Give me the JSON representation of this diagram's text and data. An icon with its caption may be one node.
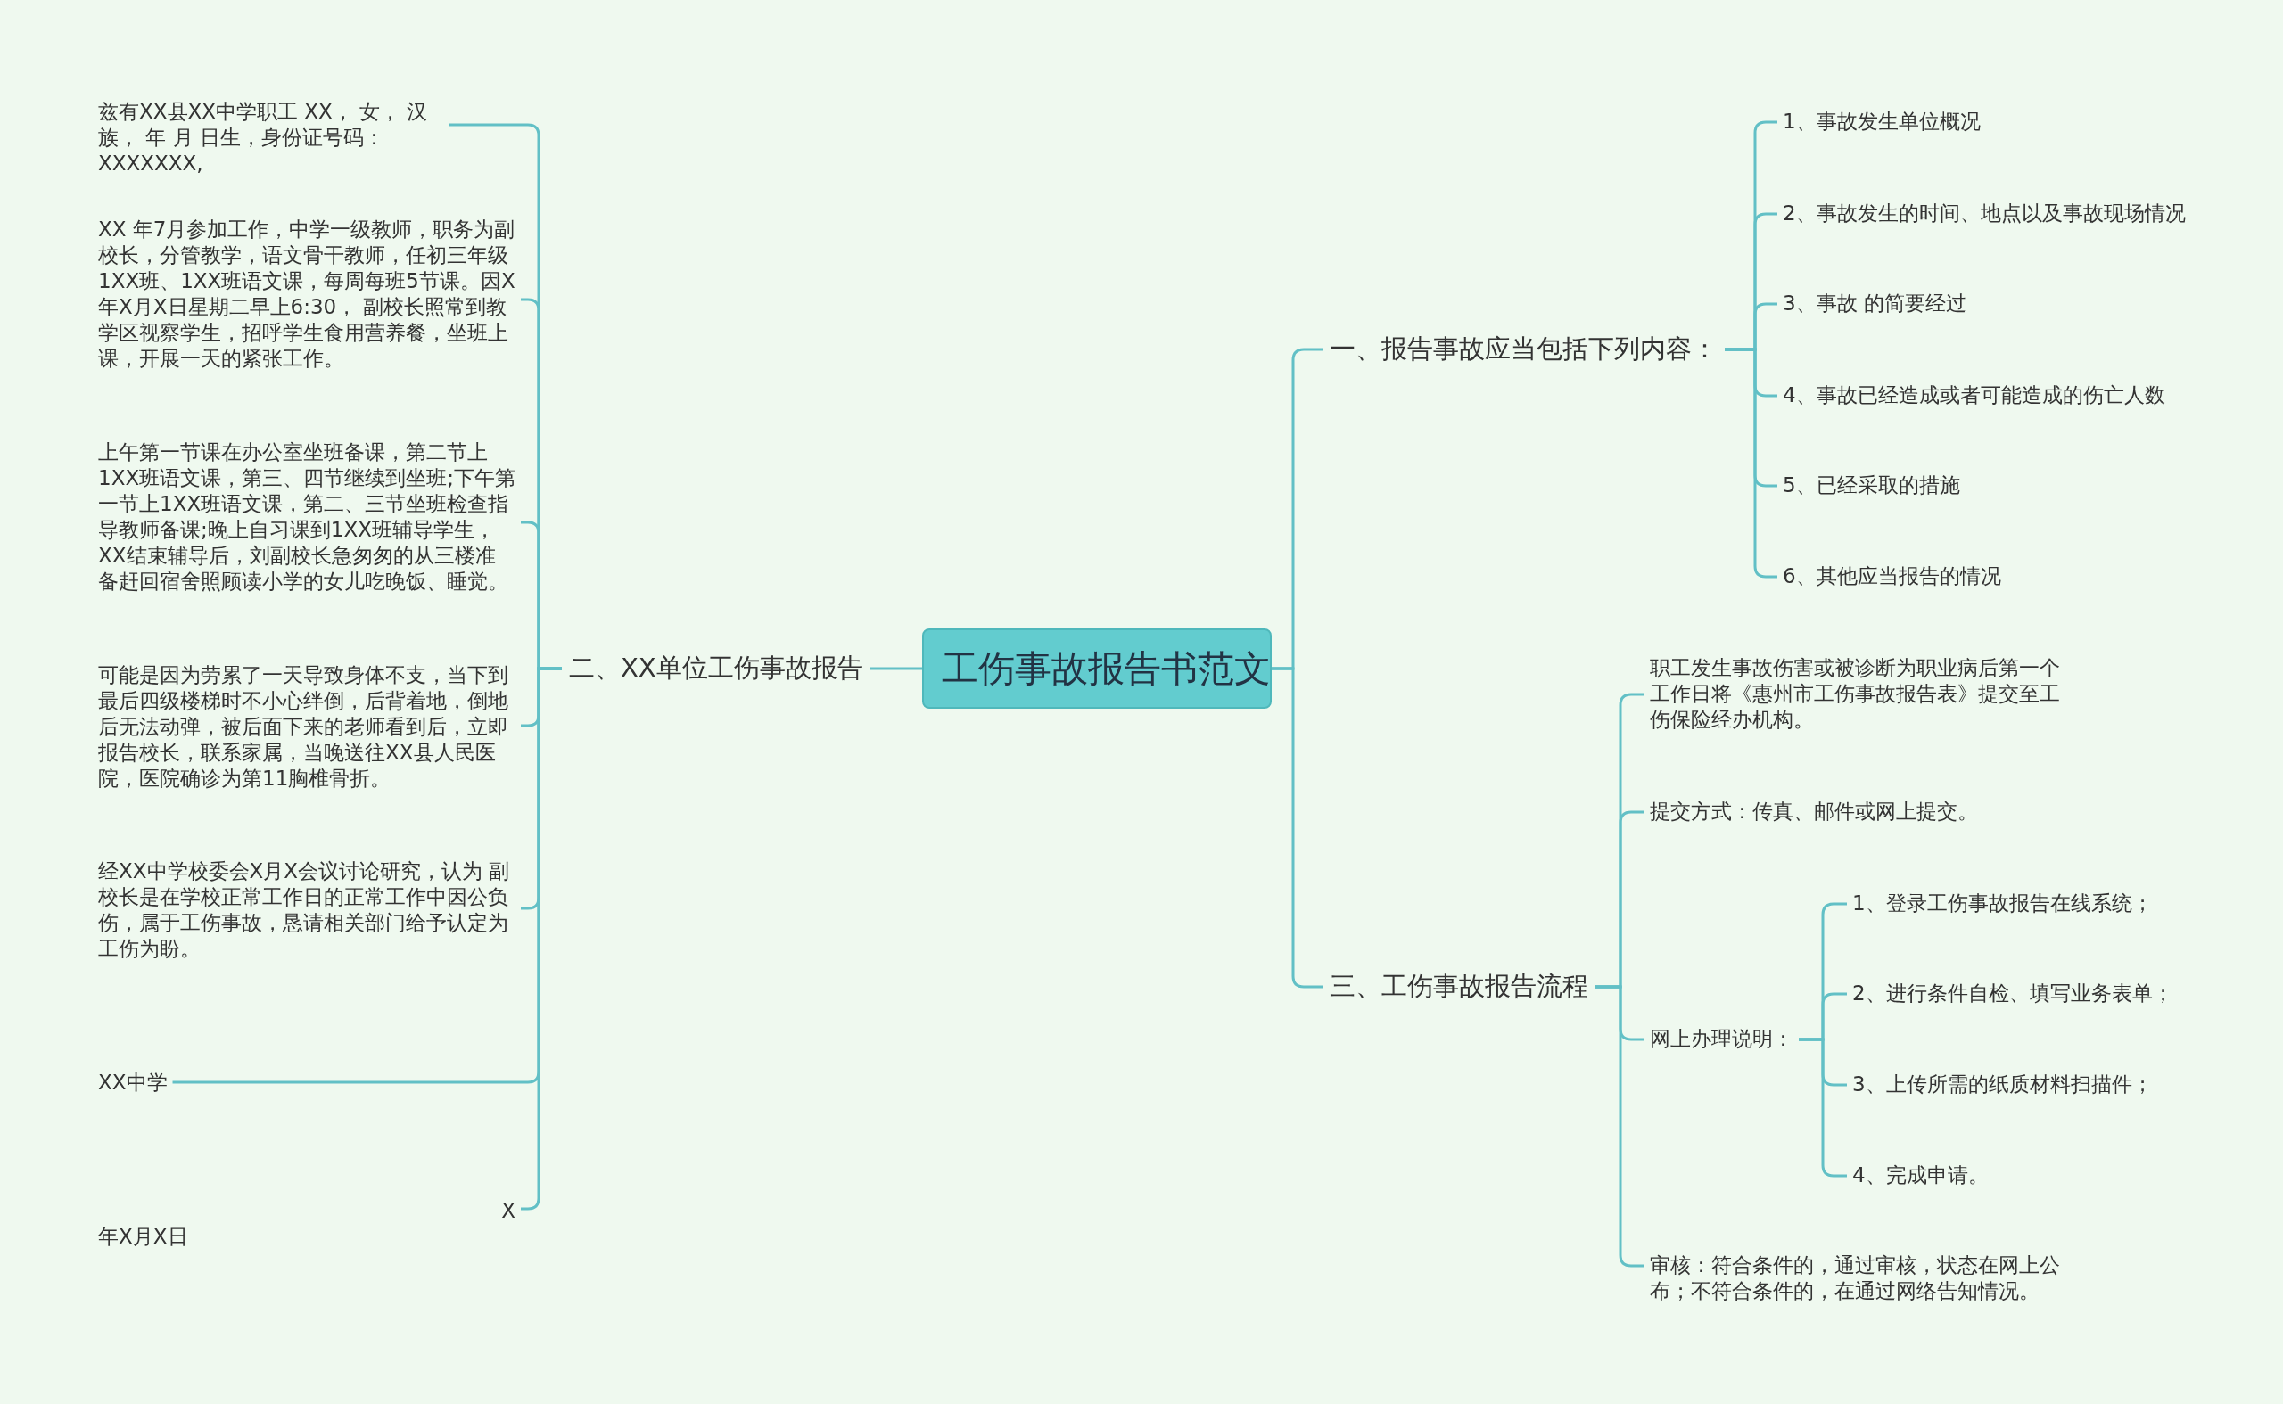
{
  "diagram": {
    "nodes": [
      {
        "text": [
          "工伤事故报告书范文"
        ]
      },
      {
        "text": [
          "一、报告事故应当包括下列内容："
        ]
      },
      {
        "text": [
          "1、事故发生单位概况"
        ]
      },
      {
        "text": [
          "2、事故发生的时间、地点以及事故现场情况"
        ]
      },
      {
        "text": [
          "3、事故 的简要经过"
        ]
      },
      {
        "text": [
          "4、事故已经造成或者可能造成的伤亡人数"
        ]
      },
      {
        "text": [
          "5、已经采取的措施"
        ]
      },
      {
        "text": [
          "6、其他应当报告的情况"
        ]
      },
      {
        "text": [
          "三、工伤事故报告流程"
        ]
      },
      {
        "text": [
          "职工发生事故伤害或被诊断为职业病后第一个工作日将《惠州市工伤事故报告表》提交至工伤保险经办机构。"
        ]
      },
      {
        "text": [
          "提交方式：传真、邮件或网上提交。"
        ]
      },
      {
        "text": [
          "网上办理说明："
        ]
      },
      {
        "text": [
          "1、登录工伤事故报告在线系统；"
        ]
      },
      {
        "text": [
          "2、进行条件自检、填写业务表单；"
        ]
      },
      {
        "text": [
          "3、上传所需的纸质材料扫描件；"
        ]
      },
      {
        "text": [
          "4、完成申请。"
        ]
      },
      {
        "text": [
          "审核：符合条件的，通过审核，状态在网上公布；不符合条件的，在通过网络告知情况。"
        ]
      },
      {
        "text": [
          "二、XX单位工伤事故报告"
        ]
      },
      {
        "text": [
          "兹有XX县XX中学职工 XX， 女， 汉族， 年 月 日生，身份证号码：XXXXXXX,"
        ]
      },
      {
        "text": [
          "XX 年7月参加工作，中学一级教师，职务为副校长，分管教学，语文骨干教师，任初三年级1XX班、1XX班语文课，每周每班5节课。因X年X月X日星期二早上6:30， 副校长照常到教学区视察学生，招呼学生食用营养餐，坐班上课，开展一天的紧张工作。"
        ]
      },
      {
        "text": [
          "上午第一节课在办公室坐班备课，第二节上1XX班语文课，第三、四节继续到坐班;下午第一节上1XX班语文课，第二、三节坐班检查指导教师备课;晚上自习课到1XX班辅导学生，XX结束辅导后，刘副校长急匆匆的从三楼准备赶回宿舍照顾读小学的女儿吃晚饭、睡觉。"
        ]
      },
      {
        "text": [
          "可能是因为劳累了一天导致身体不支，当下到最后四级楼梯时不小心绊倒，后背着地，倒地后无法动弹，被后面下来的老师看到后，立即报告校长，联系家属，当晚送往XX县人民医院，医院确诊为第11胸椎骨折。"
        ]
      },
      {
        "text": [
          "经XX中学校委会X月X会议讨论研究，认为 副校长是在学校正常工作日的正常工作中因公负伤，属于工伤事故，恳请相关部门给予认定为工伤为盼。"
        ]
      },
      {
        "text": [
          "XX中学"
        ]
      },
      {
        "text": [
          "X 年X月X日"
        ]
      }
    ],
    "edges": [
      {
        "from": 0,
        "to": 1,
        "arrow": "none"
      },
      {
        "from": 1,
        "to": 2,
        "arrow": "none"
      },
      {
        "from": 1,
        "to": 3,
        "arrow": "none"
      },
      {
        "from": 1,
        "to": 4,
        "arrow": "none"
      },
      {
        "from": 1,
        "to": 5,
        "arrow": "none"
      },
      {
        "from": 1,
        "to": 6,
        "arrow": "none"
      },
      {
        "from": 1,
        "to": 7,
        "arrow": "none"
      },
      {
        "from": 0,
        "to": 8,
        "arrow": "none"
      },
      {
        "from": 8,
        "to": 9,
        "arrow": "none"
      },
      {
        "from": 8,
        "to": 10,
        "arrow": "none"
      },
      {
        "from": 8,
        "to": 11,
        "arrow": "none"
      },
      {
        "from": 11,
        "to": 12,
        "arrow": "none"
      },
      {
        "from": 11,
        "to": 13,
        "arrow": "none"
      },
      {
        "from": 11,
        "to": 14,
        "arrow": "none"
      },
      {
        "from": 11,
        "to": 15,
        "arrow": "none"
      },
      {
        "from": 8,
        "to": 16,
        "arrow": "none"
      },
      {
        "from": 0,
        "to": 17,
        "arrow": "none"
      },
      {
        "from": 17,
        "to": 18,
        "arrow": "none"
      },
      {
        "from": 17,
        "to": 19,
        "arrow": "none"
      },
      {
        "from": 17,
        "to": 20,
        "arrow": "none"
      },
      {
        "from": 17,
        "to": 21,
        "arrow": "none"
      },
      {
        "from": 17,
        "to": 22,
        "arrow": "none"
      },
      {
        "from": 17,
        "to": 23,
        "arrow": "none"
      },
      {
        "from": 17,
        "to": 24,
        "arrow": "none"
      }
    ]
  }
}
